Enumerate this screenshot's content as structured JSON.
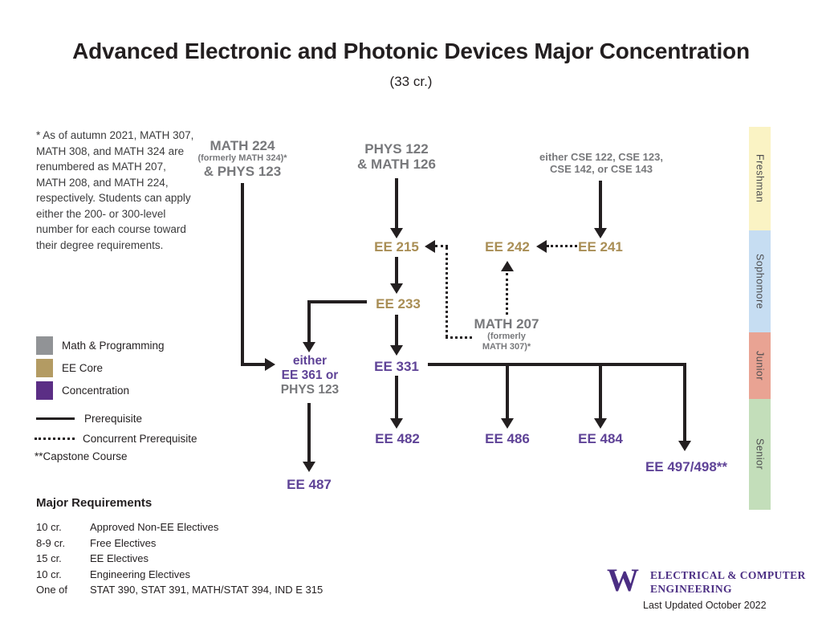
{
  "title": "Advanced Electronic and Photonic Devices Major Concentration",
  "subtitle": "(33 cr.)",
  "note": "* As of autumn 2021, MATH 307, MATH 308, and MATH 324 are renumbered as MATH 207, MATH 208, and MATH 224, respectively. Students can apply either the 200- or 300-level number for each course toward their degree requirements.",
  "colors": {
    "math_programming": "#919396",
    "ee_core": "#b39b63",
    "concentration": "#5b2e85",
    "course_text_gray": "#77787b",
    "course_text_tan": "#a98e55",
    "course_text_purple": "#5f4397",
    "arrow_black": "#231f20",
    "freshman_band": "#faf3c4",
    "sophomore_band": "#c6ddf2",
    "junior_band": "#e9a393",
    "senior_band": "#c3deba",
    "uw_purple": "#4b2e83"
  },
  "nodes": {
    "math224": {
      "line1": "MATH 224",
      "line2": "(formerly MATH 324)*",
      "line3": "& PHYS 123"
    },
    "phys122": {
      "line1": "PHYS 122",
      "line2": "& MATH 126"
    },
    "cse": {
      "line1": "either CSE 122, CSE 123,",
      "line2": "CSE 142, or CSE 143"
    },
    "ee215": {
      "label": "EE 215"
    },
    "ee242": {
      "label": "EE 242"
    },
    "ee241": {
      "label": "EE 241"
    },
    "ee233": {
      "label": "EE 233"
    },
    "math207": {
      "line1": "MATH 207",
      "line2": "(formerly",
      "line3": "MATH 307)*"
    },
    "either361": {
      "line1": "either",
      "line2": "EE 361 or",
      "line3": "PHYS 123"
    },
    "ee331": {
      "label": "EE 331"
    },
    "ee482": {
      "label": "EE 482"
    },
    "ee486": {
      "label": "EE 486"
    },
    "ee484": {
      "label": "EE 484"
    },
    "ee497": {
      "label": "EE 497/498**"
    },
    "ee487": {
      "label": "EE 487"
    }
  },
  "legend": {
    "math_programming": "Math & Programming",
    "ee_core": "EE Core",
    "concentration": "Concentration",
    "prerequisite": "Prerequisite",
    "concurrent": "Concurrent Prerequisite",
    "capstone": "**Capstone Course"
  },
  "sidebar": {
    "labels": [
      "Freshman",
      "Sophomore",
      "Junior",
      "Senior"
    ]
  },
  "major_requirements": {
    "heading": "Major Requirements",
    "rows": [
      {
        "credits": "10 cr.",
        "courses": "Approved Non-EE Electives"
      },
      {
        "credits": "8-9 cr.",
        "courses": "Free Electives"
      },
      {
        "credits": "15 cr.",
        "courses": "EE Electives"
      },
      {
        "credits": "10 cr.",
        "courses": "Engineering Electives"
      },
      {
        "credits": "One of",
        "courses": "STAT 390, STAT 391, MATH/STAT 394, IND E 315"
      }
    ]
  },
  "footer": {
    "logo_letter": "W",
    "dept_line1": "ELECTRICAL & COMPUTER",
    "dept_line2": "ENGINEERING",
    "updated": "Last Updated October 2022"
  }
}
